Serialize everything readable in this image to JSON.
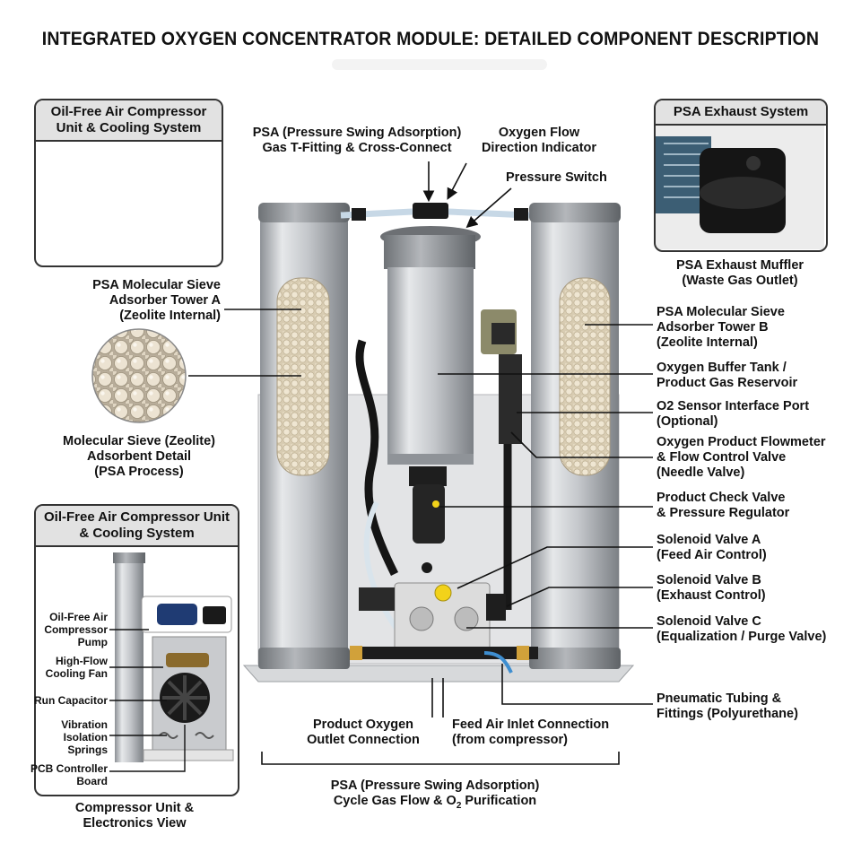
{
  "title": "INTEGRATED OXYGEN CONCENTRATOR MODULE: DETAILED COMPONENT DESCRIPTION",
  "panels": {
    "compressor_top": [
      "Oil-Free Air Compressor",
      "Unit & Cooling System"
    ],
    "exhaust": [
      "PSA Exhaust System"
    ],
    "compressor_bottom": [
      "Oil-Free Air Compressor Unit",
      "& Cooling System"
    ]
  },
  "labels": {
    "t_fitting": [
      "PSA (Pressure Swing Adsorption)",
      "Gas T-Fitting & Cross-Connect"
    ],
    "flow_direction": [
      "Oxygen Flow",
      "Direction Indicator"
    ],
    "pressure_switch": [
      "Pressure Switch"
    ],
    "exhaust_muffler": [
      "PSA Exhaust Muffler",
      "(Waste Gas Outlet)"
    ],
    "tower_a": [
      "PSA Molecular Sieve",
      "Adsorber Tower A",
      "(Zeolite Internal)"
    ],
    "zeolite_detail": [
      "Molecular Sieve (Zeolite)",
      "Adsorbent Detail",
      "(PSA Process)"
    ],
    "tower_b": [
      "PSA Molecular Sieve",
      "Adsorber Tower B",
      "(Zeolite Internal)"
    ],
    "buffer_tank": [
      "Oxygen Buffer Tank /",
      "Product Gas Reservoir"
    ],
    "o2_sensor": [
      "O2 Sensor Interface Port",
      "(Optional)"
    ],
    "flowmeter": [
      "Oxygen Product Flowmeter",
      "& Flow Control Valve",
      "(Needle Valve)"
    ],
    "check_valve": [
      "Product Check Valve",
      "& Pressure Regulator"
    ],
    "solenoid_a": [
      "Solenoid Valve A",
      "(Feed Air Control)"
    ],
    "solenoid_b": [
      "Solenoid Valve B",
      "(Exhaust Control)"
    ],
    "solenoid_c": [
      "Solenoid Valve C",
      "(Equalization / Purge Valve)"
    ],
    "tubing": [
      "Pneumatic Tubing &",
      "Fittings (Polyurethane)"
    ],
    "product_outlet": [
      "Product Oxygen",
      "Outlet Connection"
    ],
    "feed_inlet": [
      "Feed Air Inlet Connection",
      "(from compressor)"
    ],
    "psa_cycle": [
      "PSA (Pressure Swing Adsorption)",
      "Cycle Gas Flow & O",
      "2",
      " Purification"
    ],
    "compressor_pump": [
      "Oil-Free Air",
      "Compressor",
      "Pump"
    ],
    "cooling_fan": [
      "High-Flow",
      "Cooling Fan"
    ],
    "run_capacitor": [
      "Run Capacitor"
    ],
    "vibration": [
      "Vibration",
      "Isolation",
      "Springs"
    ],
    "pcb": [
      "PCB Controller",
      "Board"
    ],
    "compressor_view": [
      "Compressor Unit &",
      "Electronics View"
    ]
  },
  "colors": {
    "tower_metal": "#c9ccd0",
    "zeolite": "#e8dcc4",
    "panel_header": "#e2e2e2",
    "check_valve_dot": "#f2d21a",
    "leader_line": "#111111"
  }
}
